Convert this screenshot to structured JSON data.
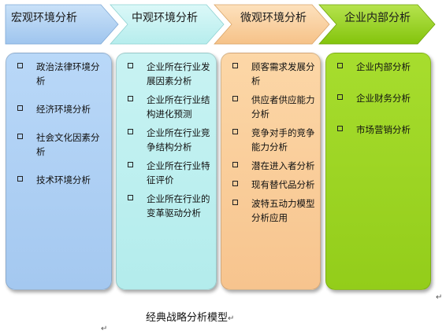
{
  "stages": [
    {
      "label": "宏观环境分析",
      "items": [
        "政治法律环境分析",
        "经济环境分析",
        "社会文化因素分析",
        "技术环境分析"
      ]
    },
    {
      "label": "中观环境分析",
      "items": [
        "企业所在行业发展因素分析",
        "企业所在行业结构进化预测",
        "企业所在行业竞争结构分析",
        "企业所在行业特征评价",
        "企业所在行业的变革驱动分析"
      ]
    },
    {
      "label": "微观环境分析",
      "items": [
        "顾客需求发展分析",
        "供应者供应能力分析",
        "竞争对手的竞争能力分析",
        "潜在进入者分析",
        "现有替代品分析",
        "波特五动力模型分析应用"
      ]
    },
    {
      "label": "企业内部分析",
      "items": [
        "企业内部分析",
        "企业财务分析",
        "市场营销分析"
      ]
    }
  ],
  "colors": {
    "stage1": "#a9cdf3",
    "stage2": "#c4f1f1",
    "stage3": "#f9cd9c",
    "stage4": "#8fcf12"
  },
  "caption": "经典战略分析模型",
  "paragraph_mark": "↵"
}
